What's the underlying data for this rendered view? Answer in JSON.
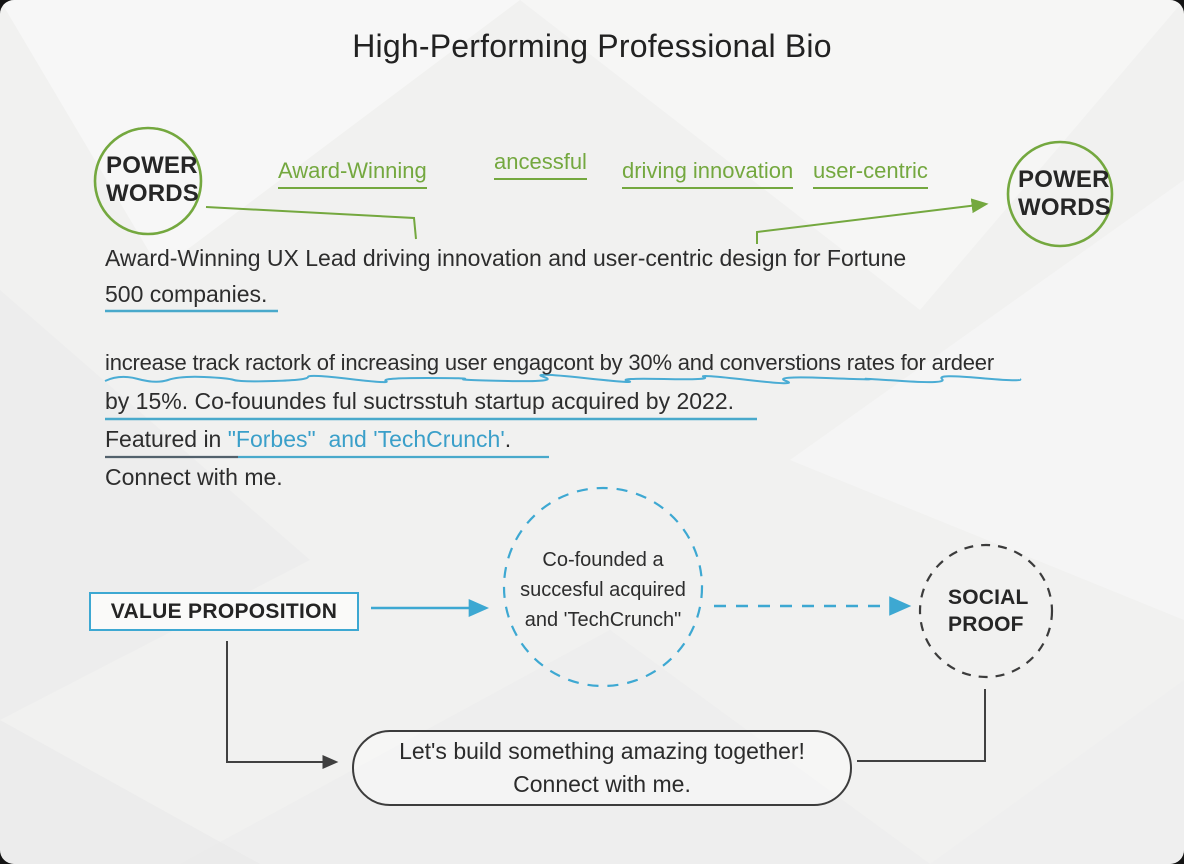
{
  "title": "High-Performing Professional Bio",
  "badges": {
    "power_words_left": "POWER WORDS",
    "power_words_right": "POWER WORDS",
    "value_proposition": "VALUE PROPOSITION",
    "social_proof": "SOCIAL PROOF"
  },
  "power_words": [
    {
      "label": "Award-Winning"
    },
    {
      "label": "ancessful"
    },
    {
      "label": "driving innovation"
    },
    {
      "label": "user-centric"
    }
  ],
  "bio": {
    "line1": "Award-Winning UX Lead driving innovation and user-centric design for Fortune",
    "line2": "500 companies.",
    "line3": "increase track ractork of increasing user engagcont by 30% and converstions rates for ardeer",
    "line4": "by 15%. Co-fouundes ful suctrsstuh startup acquired by 2022.",
    "line5_prefix": "Featured in ",
    "line5_highlight": "\"Forbes\"  and 'TechCrunch'",
    "line5_suffix": ".",
    "line6": "Connect with me."
  },
  "social_proof_callout": {
    "line1": "Co-founded a",
    "line2": "succesful acquired",
    "line3": "and 'TechCrunch\""
  },
  "cta": {
    "line1": "Let's build something amazing together!",
    "line2": "Connect with me."
  },
  "colors": {
    "green": "#74a83f",
    "blue": "#3da8d2",
    "dark_text": "#2c2c2c"
  }
}
